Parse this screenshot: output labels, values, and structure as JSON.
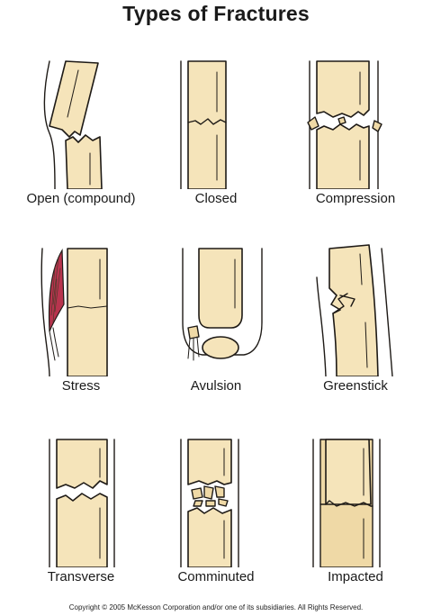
{
  "title": "Types of Fractures",
  "fractures": [
    {
      "label": "Open (compound)"
    },
    {
      "label": "Closed"
    },
    {
      "label": "Compression"
    },
    {
      "label": "Stress"
    },
    {
      "label": "Avulsion"
    },
    {
      "label": "Greenstick"
    },
    {
      "label": "Transverse"
    },
    {
      "label": "Comminuted"
    },
    {
      "label": "Impacted"
    }
  ],
  "copyright": "Copyright © 2005 McKesson Corporation and/or one of its subsidiaries. All Rights Reserved.",
  "colors": {
    "bone": "#f5e4ba",
    "muscle": "#b8344e",
    "outline": "#1e1a16"
  }
}
